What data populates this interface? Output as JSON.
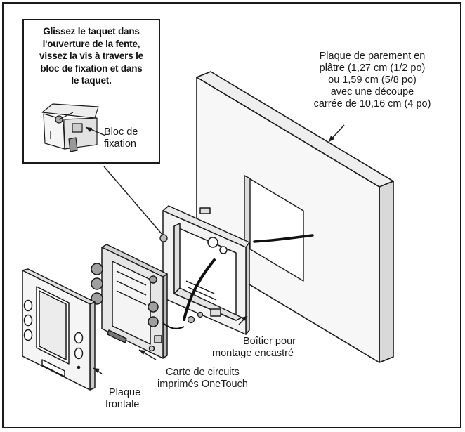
{
  "inset": {
    "instruction_lines": [
      "Glissez le taquet dans",
      "l'ouverture de la fente,",
      "vissez la vis à travers le",
      "bloc de fixation et dans",
      "le taquet."
    ],
    "bloc_label_lines": [
      "Bloc de",
      "fixation"
    ]
  },
  "labels": {
    "drywall_lines": [
      "Plaque de parement en",
      "plâtre (1,27 cm (1/2 po)",
      "ou 1,59 cm (5/8 po)",
      "avec une découpe",
      "carrée de 10,16 cm (4 po)"
    ],
    "box_lines": [
      "Boîtier pour",
      "montage encastré"
    ],
    "circuit_lines": [
      "Carte de circuits",
      "imprimés OneTouch"
    ],
    "faceplate_lines": [
      "Plaque",
      "frontale"
    ]
  },
  "colors": {
    "line": "#1a1a1a",
    "fill_light": "#f7f7f7",
    "fill_mid": "#e6e6e6",
    "fill_dark": "#c8c8c8"
  }
}
